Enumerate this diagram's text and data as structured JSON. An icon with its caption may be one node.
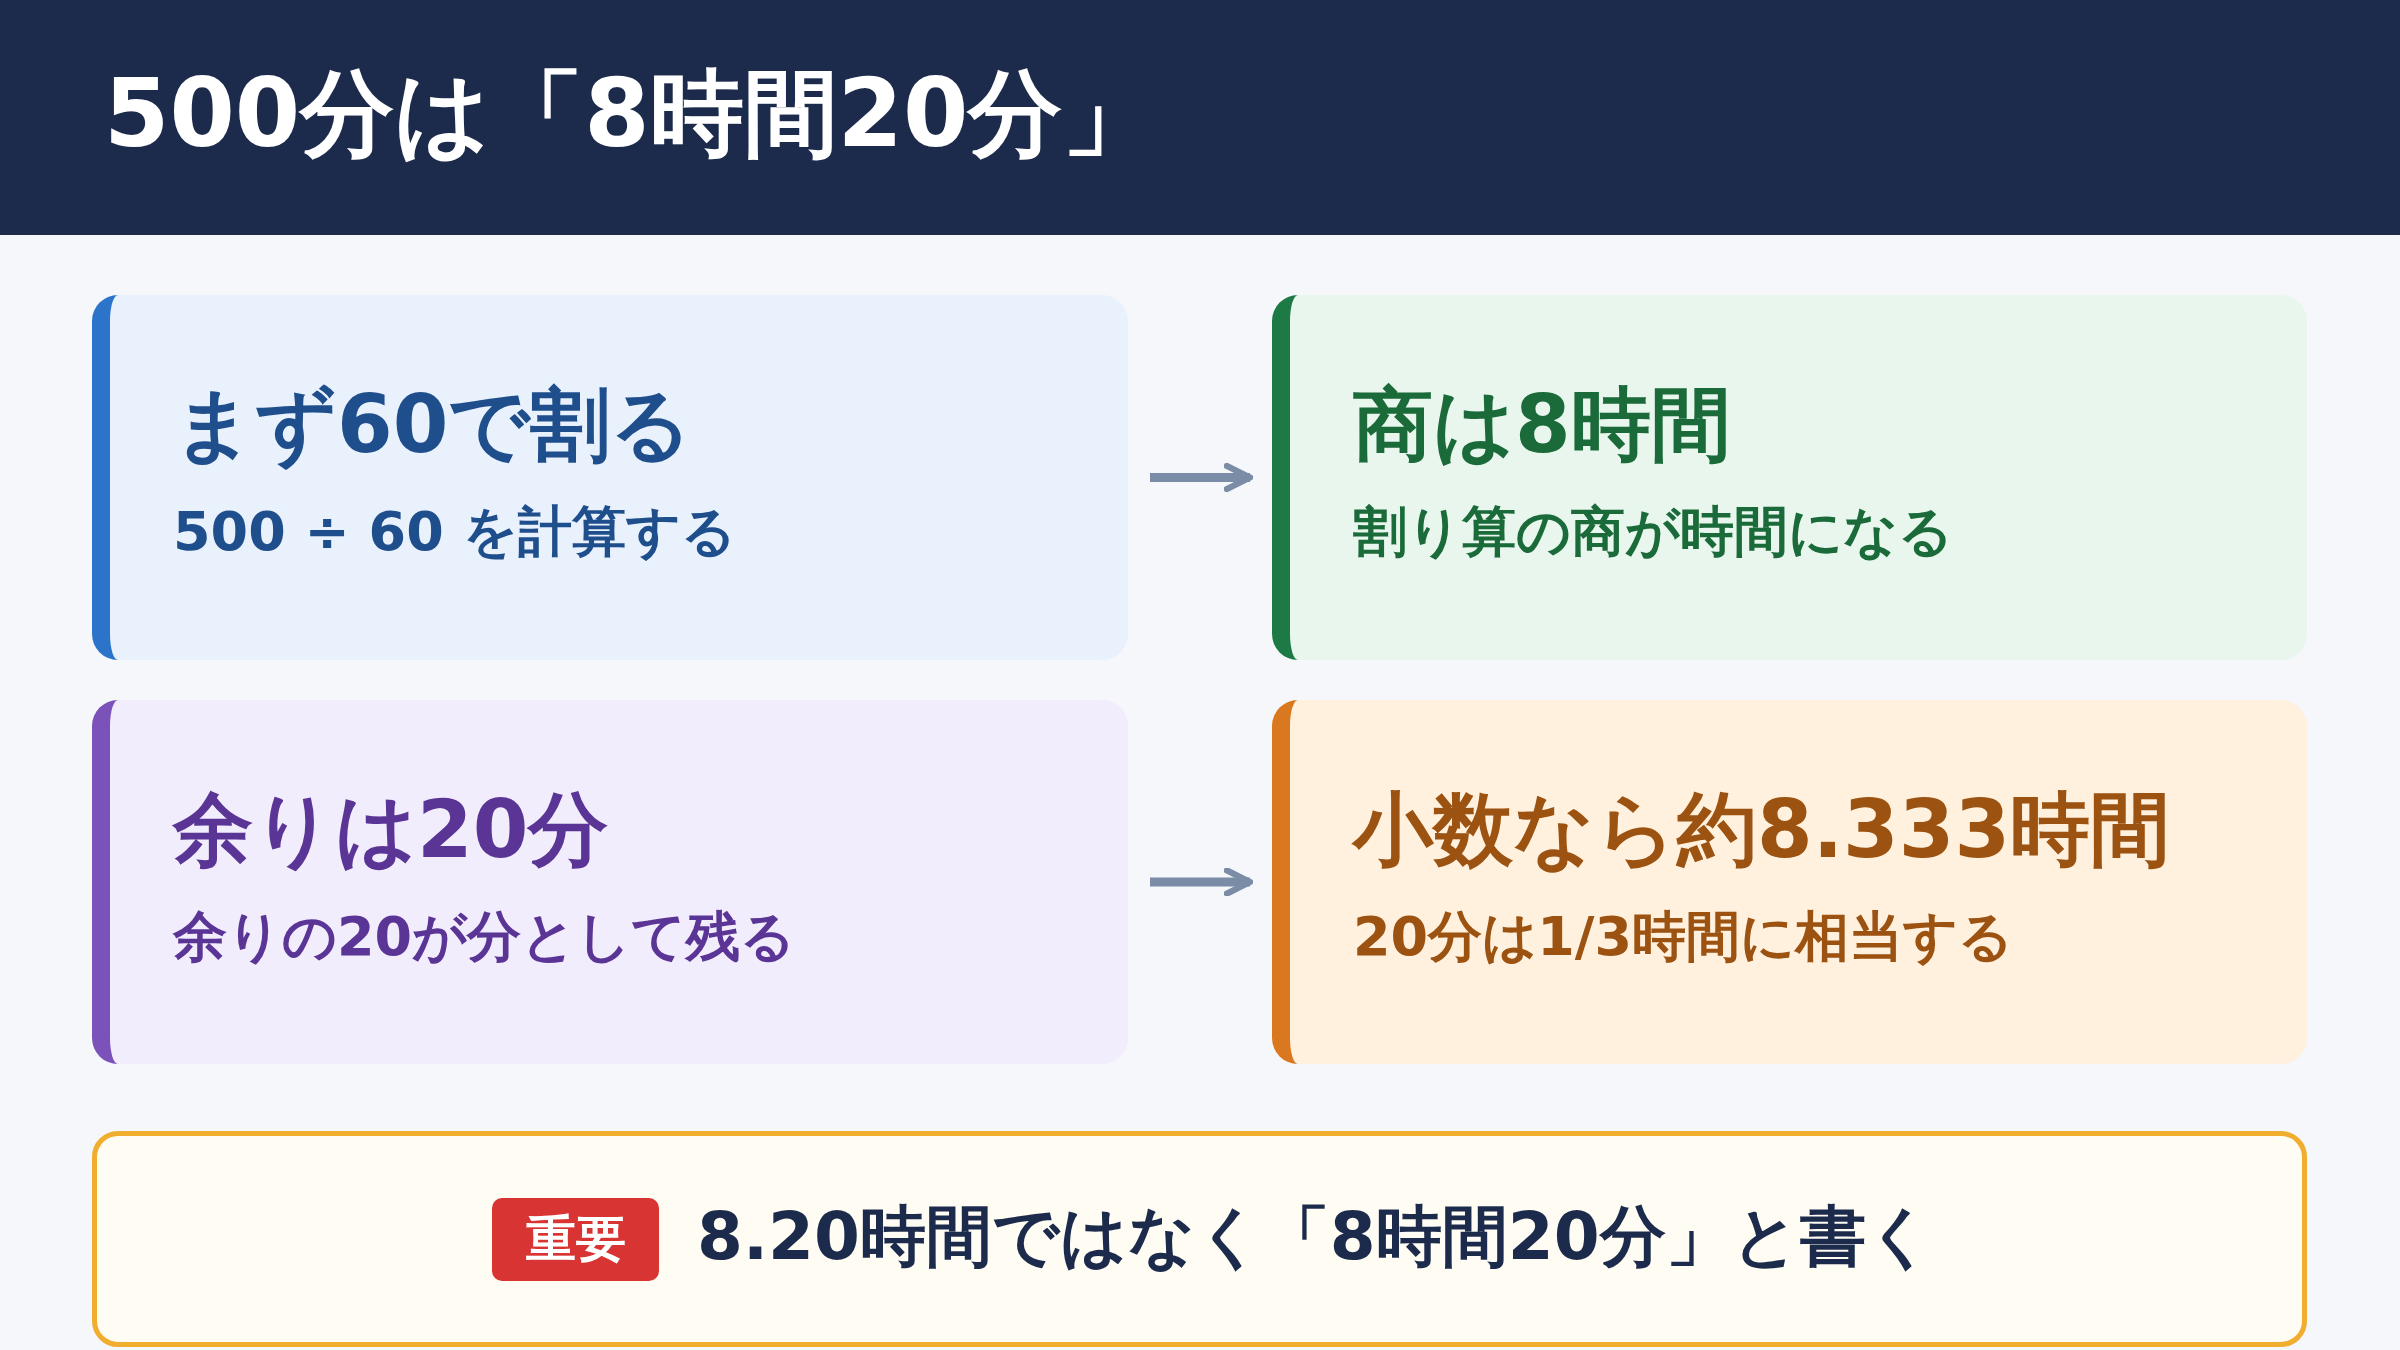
{
  "diagram": {
    "title": "500分は「8時間20分」",
    "nodes": [
      {
        "text": [
          "まず60で割る",
          "500 ÷ 60 を計算する"
        ]
      },
      {
        "text": [
          "商は8時間",
          "割り算の商が時間になる"
        ]
      },
      {
        "text": [
          "余りは20分",
          "余りの20が分として残る"
        ]
      },
      {
        "text": [
          "小数なら約8.333時間",
          "20分は1/3時間に相当する"
        ]
      },
      {
        "text": [
          "8.20時間ではなく「8時間20分」と書く"
        ]
      },
      {
        "text": [
          "重要"
        ],
        "in": 4
      }
    ],
    "edges": [
      {
        "from": 0,
        "to": 1,
        "arrow": "to"
      },
      {
        "from": 2,
        "to": 3,
        "arrow": "to"
      }
    ]
  }
}
